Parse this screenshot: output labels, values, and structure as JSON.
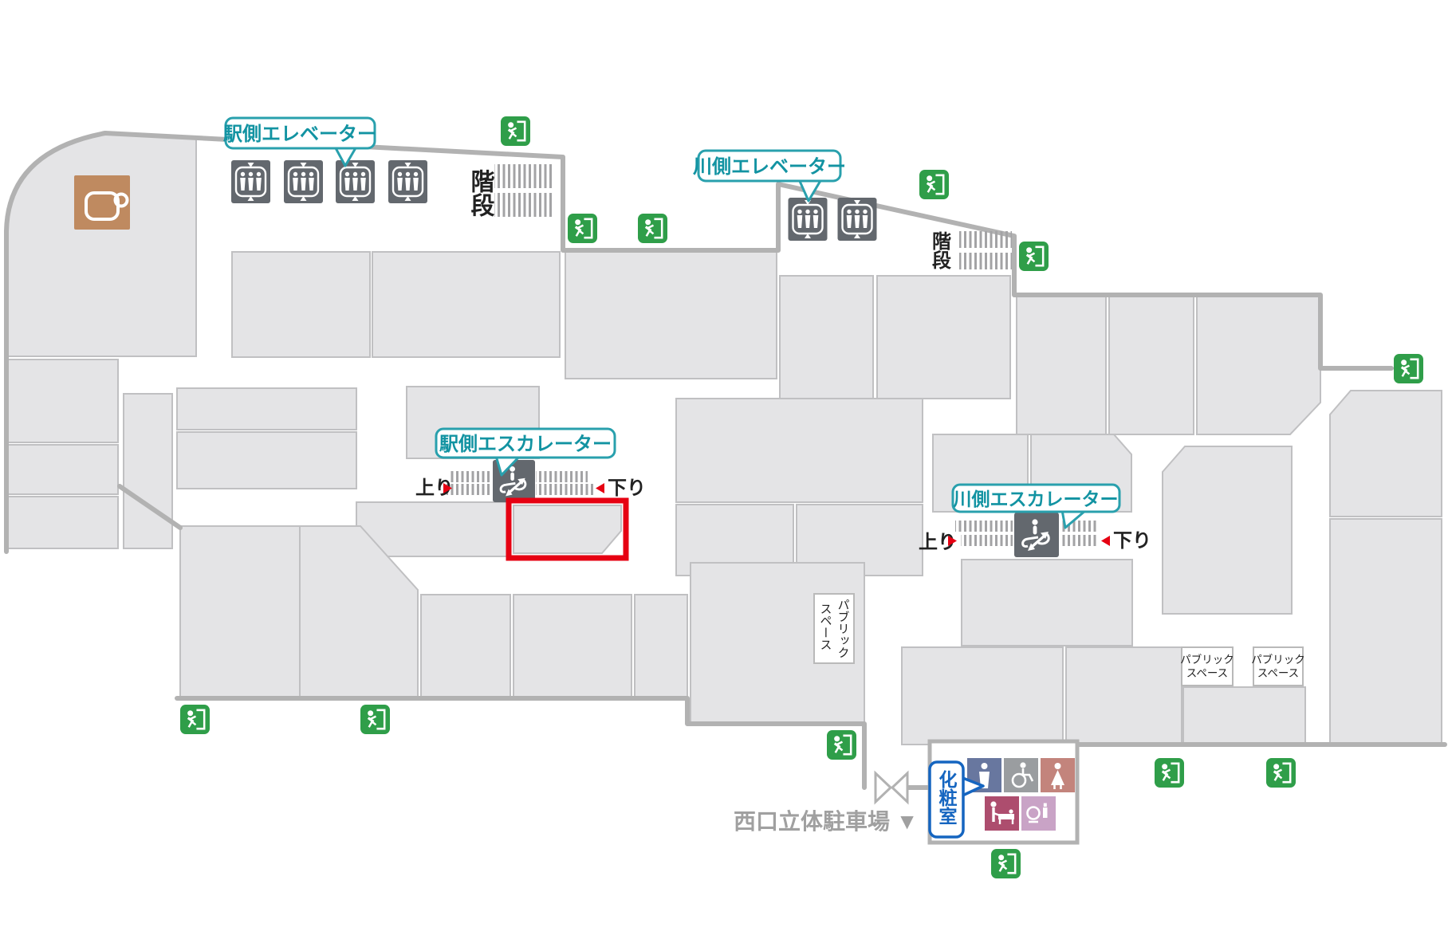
{
  "floor_map": {
    "labels": {
      "station_side_elevator": "駅側エレベーター",
      "river_side_elevator": "川側エレベーター",
      "station_side_escalator": "駅側エスカレーター",
      "river_side_escalator": "川側エスカレーター",
      "stairs": "階段",
      "escalator_up": "上り",
      "escalator_down": "下り",
      "restroom": "化粧室",
      "public_space_line1": "パブリック",
      "public_space_line2": "スペース",
      "west_parking": "西口立体駐車場 ▼"
    },
    "colors": {
      "label_teal_text": "#1293a2",
      "label_teal_border": "#29a0ad",
      "exit_green": "#2f9e49",
      "highlight_red": "#e60012",
      "facility_dark_gray": "#63686e",
      "cafe_tan": "#bf8a60",
      "restroom_label_blue": "#1565c0",
      "mens_toilet": "#68779f",
      "accessible_toilet": "#9a9da0",
      "womens_toilet": "#c3847c",
      "baby_care_room": "#ad4d6e",
      "powder_room": "#c9a3c6",
      "store_fill": "#e4e4e6",
      "wall_gray": "#b2b2b2",
      "parking_text_gray": "#a0a0a0"
    },
    "icons": {
      "cafe": "coffee-cup-icon",
      "elevator": "elevator-icon",
      "escalator": "escalator-icon",
      "exit": "emergency-exit-icon",
      "mens": "mens-toilet-icon",
      "accessible": "wheelchair-icon",
      "womens": "womens-toilet-icon",
      "baby": "baby-care-icon",
      "powder": "powder-room-icon",
      "connector": "bridge-connector-icon"
    }
  }
}
